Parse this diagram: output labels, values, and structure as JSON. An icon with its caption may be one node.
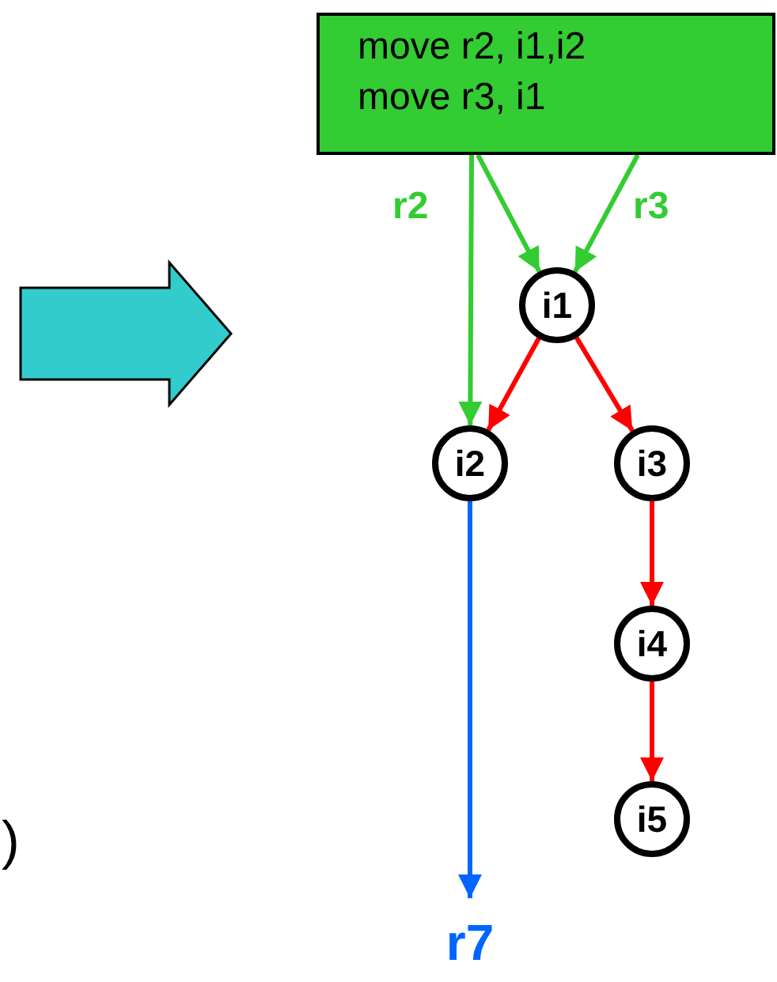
{
  "diagram": {
    "nodes": [
      {
        "text": [
          "move r2, i1,i2",
          "move r3, i1"
        ]
      },
      {
        "text": [
          "i1"
        ]
      },
      {
        "text": [
          "i2"
        ]
      },
      {
        "text": [
          "i3"
        ]
      },
      {
        "text": [
          "i4"
        ]
      },
      {
        "text": [
          "i5"
        ]
      },
      {
        "text": [
          "r7"
        ]
      }
    ],
    "edges": [
      {
        "from": 0,
        "to": 2,
        "arrow": "to",
        "label": "r2",
        "color": "#33cc33"
      },
      {
        "from": 0,
        "to": 1,
        "arrow": "to",
        "color": "#33cc33"
      },
      {
        "from": 0,
        "to": 1,
        "arrow": "to",
        "label": "r3",
        "color": "#33cc33"
      },
      {
        "from": 1,
        "to": 2,
        "arrow": "to"
      },
      {
        "from": 1,
        "to": 3,
        "arrow": "to"
      },
      {
        "from": 3,
        "to": 4,
        "arrow": "to"
      },
      {
        "from": 4,
        "to": 5,
        "arrow": "to"
      },
      {
        "from": 2,
        "to": 6,
        "arrow": "to",
        "color": "#0066ff"
      }
    ],
    "labels": [
      ")"
    ]
  }
}
